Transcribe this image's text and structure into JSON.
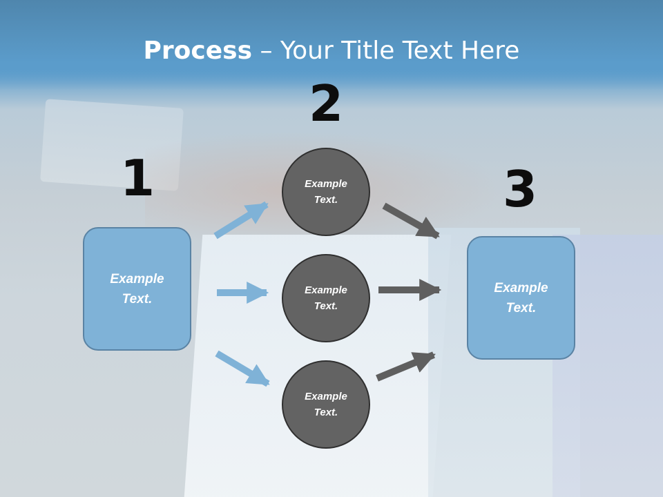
{
  "slide": {
    "title_bold": "Process",
    "title_rest": " – Your Title Text Here"
  },
  "steps": {
    "step1": {
      "number": "1",
      "text_line1": "Example",
      "text_line2": "Text."
    },
    "step2": {
      "number": "2"
    },
    "step3": {
      "number": "3",
      "text_line1": "Example",
      "text_line2": "Text."
    }
  },
  "circles": [
    {
      "line1": "Example",
      "line2": "Text."
    },
    {
      "line1": "Example",
      "line2": "Text."
    },
    {
      "line1": "Example",
      "line2": "Text."
    }
  ],
  "colors": {
    "title_band": "#5b9ccb",
    "box_fill": "#7fb2d7",
    "box_border": "#5a83a4",
    "circle_fill": "#636363",
    "arrow_blue": "#7fb2d7",
    "arrow_gray": "#5f5f5f"
  }
}
